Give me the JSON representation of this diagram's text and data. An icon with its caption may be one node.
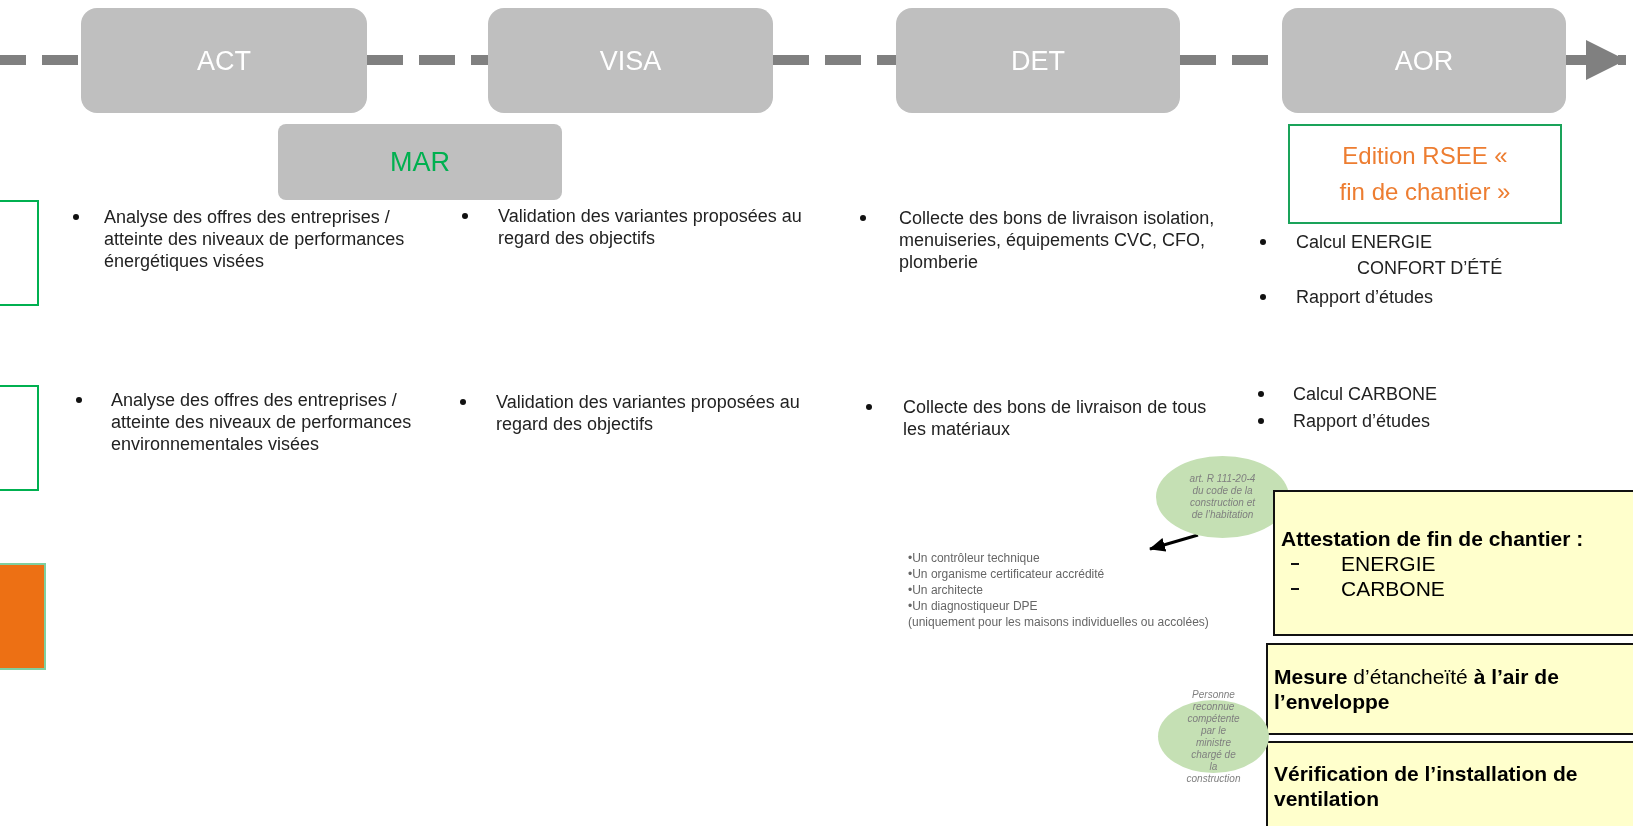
{
  "diagram": {
    "nodes": [
      {
        "text": [
          "ACT"
        ]
      },
      {
        "text": [
          "VISA"
        ]
      },
      {
        "text": [
          "DET"
        ]
      },
      {
        "text": [
          "AOR"
        ]
      },
      {
        "text": [
          "MAR"
        ]
      },
      {
        "text": [
          "Edition RSEE « fin de chantier »"
        ]
      },
      {
        "text": [],
        "shape": "box"
      },
      {
        "text": [],
        "shape": "box"
      },
      {
        "text": [],
        "shape": "box"
      },
      {
        "text": [
          "art. R 111-20-4 du code de la construction et de l’habitation"
        ]
      },
      {
        "text": [
          "•Un contrôleur technique",
          "•Un organisme certificateur accrédité",
          "•Un architecte",
          "•Un diagnostiqueur DPE",
          "(uniquement pour les maisons individuelles ou accolées)"
        ]
      },
      {
        "text": [
          "Attestation de fin de chantier :",
          "ENERGIE",
          "CARBONE"
        ]
      },
      {
        "text": [
          "**Mesure** d’étancheïté **à l’air de l’enveloppe**"
        ]
      },
      {
        "text": [
          "Vérification de l’installation de ventilation"
        ]
      },
      {
        "text": [
          "Personne reconnue compétente par le ministre chargé de la construction"
        ]
      }
    ],
    "edges": [
      {
        "from": null,
        "to": 0,
        "arrow": "none",
        "style": "dashed"
      },
      {
        "from": 0,
        "to": 1,
        "arrow": "none",
        "style": "dashed"
      },
      {
        "from": 1,
        "to": 2,
        "arrow": "none",
        "style": "dashed"
      },
      {
        "from": 2,
        "to": 3,
        "arrow": "none",
        "style": "dashed"
      },
      {
        "from": 3,
        "to": null,
        "arrow": "to",
        "style": "dashed"
      },
      {
        "from": 9,
        "to": 10,
        "arrow": "to",
        "color": "#000000"
      }
    ],
    "labels": [
      "Analyse des offres des entreprises / atteinte des niveaux de performances énergétiques visées",
      "Validation des variantes proposées au regard des objectifs",
      "Collecte des bons de livraison isolation, menuiseries, équipements CVC, CFO, plomberie",
      "Calcul ENERGIE",
      "CONFORT D’ÉTÉ",
      "Rapport d’études",
      "Analyse des offres des entreprises / atteinte des niveaux de performances environnementales visées",
      "Validation des variantes proposées au regard des objectifs",
      "Collecte des bons de livraison de tous les matériaux",
      "Calcul CARBONE",
      "Rapport d’études"
    ]
  }
}
